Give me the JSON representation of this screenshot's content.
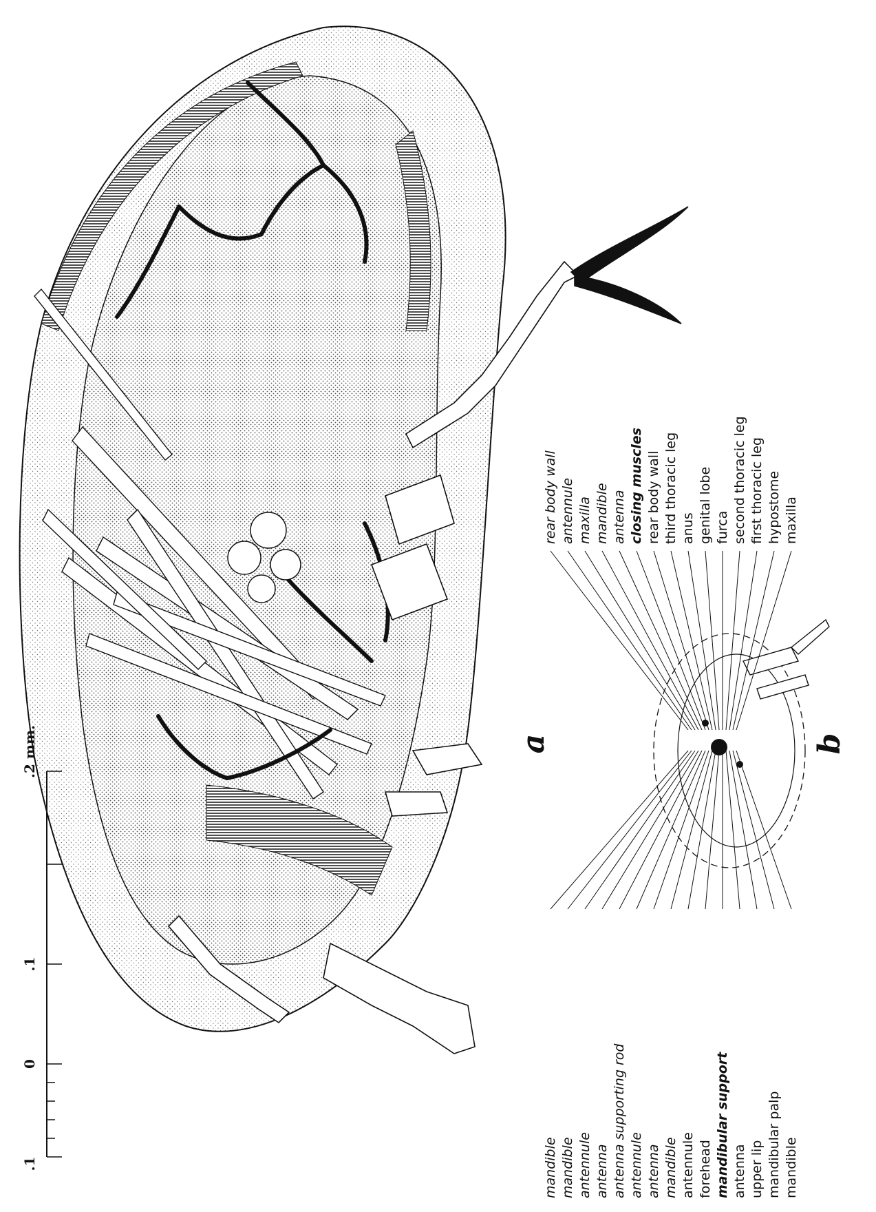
{
  "panels": {
    "a": "a",
    "b": "b"
  },
  "scale_bar": {
    "ticks": [
      ".1",
      "0",
      ".1",
      ".2 mm."
    ]
  },
  "labels_left": [
    {
      "text": "mandible",
      "style": "italic"
    },
    {
      "text": "mandible",
      "style": "italic"
    },
    {
      "text": "antennule",
      "style": "italic"
    },
    {
      "text": "antenna",
      "style": "italic"
    },
    {
      "text": "antenna supporting rod",
      "style": "italic"
    },
    {
      "text": "antennule",
      "style": "italic"
    },
    {
      "text": "antenna",
      "style": "italic"
    },
    {
      "text": "mandible",
      "style": "italic"
    },
    {
      "text": "antennule",
      "style": "plain"
    },
    {
      "text": "forehead",
      "style": "plain"
    },
    {
      "text": "mandibular support",
      "style": "bold-italic"
    },
    {
      "text": "antenna",
      "style": "plain"
    },
    {
      "text": "upper lip",
      "style": "plain"
    },
    {
      "text": "mandibular palp",
      "style": "plain"
    },
    {
      "text": "mandible",
      "style": "plain"
    }
  ],
  "labels_right": [
    {
      "text": "rear body wall",
      "style": "italic"
    },
    {
      "text": "antennule",
      "style": "italic"
    },
    {
      "text": "maxilla",
      "style": "italic"
    },
    {
      "text": "mandible",
      "style": "italic"
    },
    {
      "text": "antenna",
      "style": "italic"
    },
    {
      "text": "closing muscles",
      "style": "bold-italic"
    },
    {
      "text": "rear body wall",
      "style": "plain"
    },
    {
      "text": "third thoracic leg",
      "style": "plain"
    },
    {
      "text": "anus",
      "style": "plain"
    },
    {
      "text": "genital lobe",
      "style": "plain"
    },
    {
      "text": "furca",
      "style": "plain"
    },
    {
      "text": "second thoracic leg",
      "style": "plain"
    },
    {
      "text": "first thoracic leg",
      "style": "plain"
    },
    {
      "text": "hypostome",
      "style": "plain"
    },
    {
      "text": "maxilla",
      "style": "plain"
    }
  ]
}
